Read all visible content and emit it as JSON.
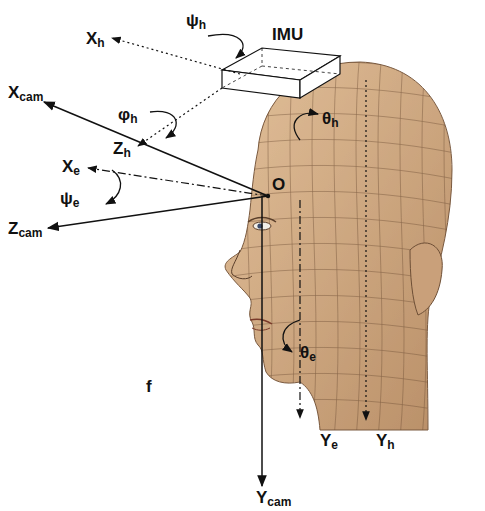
{
  "diagram": {
    "labels": [
      "Xh",
      "ψh",
      "IMU",
      "Xcam",
      "φh",
      "Zh",
      "θh",
      "Xe",
      "ψe",
      "O",
      "Zcam",
      "θe",
      "f",
      "Ye",
      "Yh",
      "Ycam"
    ]
  }
}
